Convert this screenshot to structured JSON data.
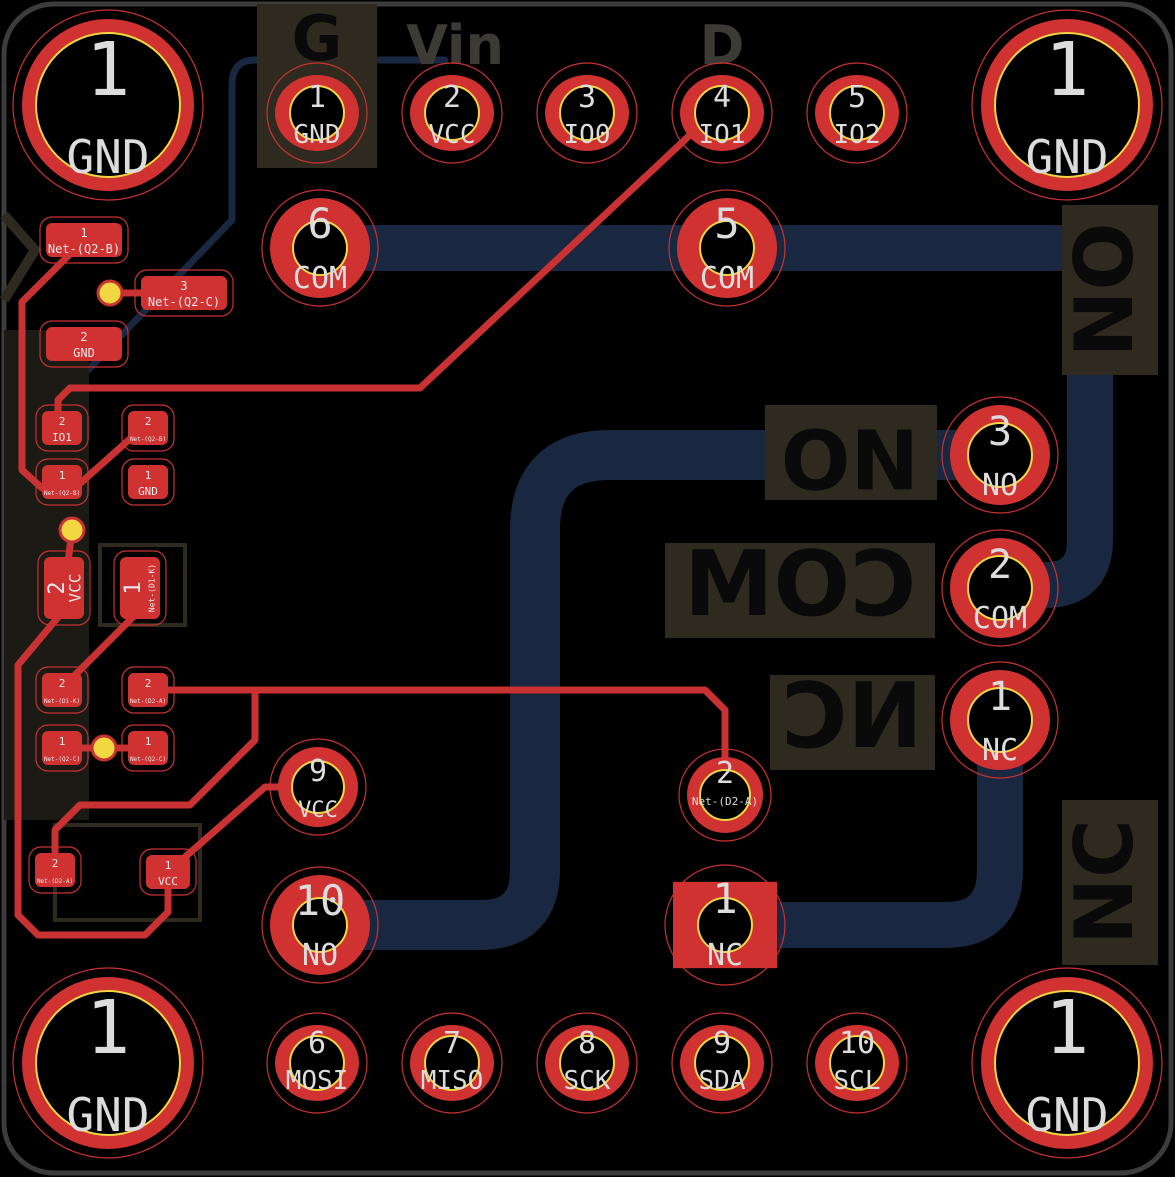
{
  "board": {
    "colors": {
      "background": "#000000",
      "outline": "#3c3c3c",
      "pad": "#d03232",
      "drill": "#f2d642",
      "drill_fill": "#000000",
      "pad_outline": "#c83232",
      "copper_back": "#1a2740",
      "copper_front": "#c83232",
      "silkscreen": "#3b3a35",
      "silk_box": "#2e2a20"
    }
  },
  "silk_text": {
    "g": "G",
    "vin": "Vin",
    "d": "D",
    "no_mirror": "NO",
    "com_mirror": "COM",
    "nc_mirror": "NC",
    "no_right": "NO",
    "nc_right": "NC"
  },
  "mount_holes": [
    {
      "num": "1",
      "net": "GND"
    },
    {
      "num": "1",
      "net": "GND"
    },
    {
      "num": "1",
      "net": "GND"
    },
    {
      "num": "1",
      "net": "GND"
    }
  ],
  "top_header": [
    {
      "num": "1",
      "net": "GND"
    },
    {
      "num": "2",
      "net": "VCC"
    },
    {
      "num": "3",
      "net": "IO0"
    },
    {
      "num": "4",
      "net": "IO1"
    },
    {
      "num": "5",
      "net": "IO2"
    }
  ],
  "bottom_header": [
    {
      "num": "6",
      "net": "MOSI"
    },
    {
      "num": "7",
      "net": "MISO"
    },
    {
      "num": "8",
      "net": "SCK"
    },
    {
      "num": "9",
      "net": "SDA"
    },
    {
      "num": "10",
      "net": "SCL"
    }
  ],
  "relay_pads": [
    {
      "num": "6",
      "net": "COM"
    },
    {
      "num": "5",
      "net": "COM"
    },
    {
      "num": "9",
      "net": "VCC"
    },
    {
      "num": "10",
      "net": "NO"
    },
    {
      "num": "2",
      "net": "Net-(D2-A)"
    },
    {
      "num": "1",
      "net": "NC"
    }
  ],
  "terminal_pads": [
    {
      "num": "3",
      "net": "NO"
    },
    {
      "num": "2",
      "net": "COM"
    },
    {
      "num": "1",
      "net": "NC"
    }
  ],
  "smd_pads": [
    {
      "num": "1",
      "net": "Net-(Q2-B)"
    },
    {
      "num": "3",
      "net": "Net-(Q2-C)"
    },
    {
      "num": "2",
      "net": "GND"
    },
    {
      "num": "2",
      "net": "IO1"
    },
    {
      "num": "2",
      "net": "Net-(Q2-B)"
    },
    {
      "num": "1",
      "net": "Net-(Q2-B)"
    },
    {
      "num": "1",
      "net": "GND"
    },
    {
      "num": "2",
      "net": "VCC"
    },
    {
      "num": "1",
      "net": "Net-(D1-K)"
    },
    {
      "num": "2",
      "net": "Net-(D1-K)"
    },
    {
      "num": "2",
      "net": "Net-(D2-A)"
    },
    {
      "num": "1",
      "net": "Net-(Q2-C)"
    },
    {
      "num": "1",
      "net": "Net-(Q2-C)"
    },
    {
      "num": "2",
      "net": "Net-(D2-A)"
    },
    {
      "num": "1",
      "net": "VCC"
    }
  ]
}
